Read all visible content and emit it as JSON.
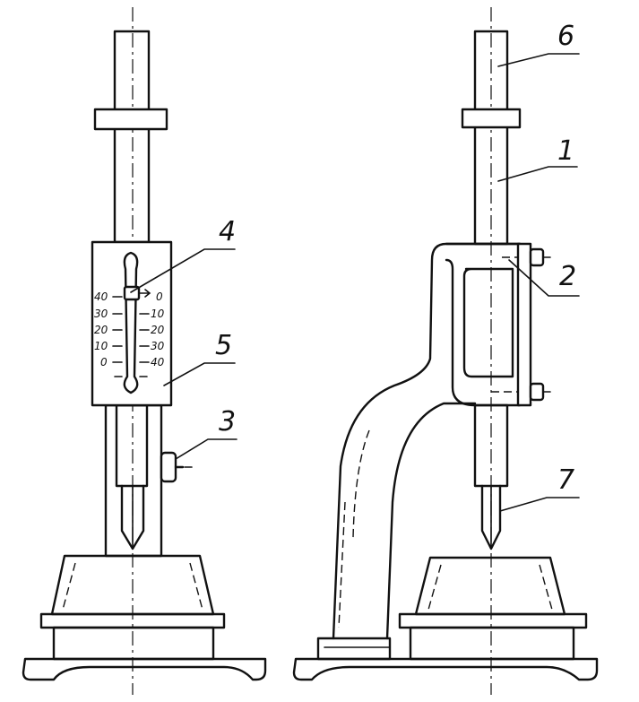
{
  "labels": {
    "l1": "1",
    "l2": "2",
    "l3": "3",
    "l4": "4",
    "l5": "5",
    "l6": "6",
    "l7": "7"
  },
  "scale": {
    "left": [
      "40",
      "30",
      "20",
      "10",
      "0"
    ],
    "right": [
      "0",
      "10",
      "20",
      "30",
      "40"
    ]
  }
}
